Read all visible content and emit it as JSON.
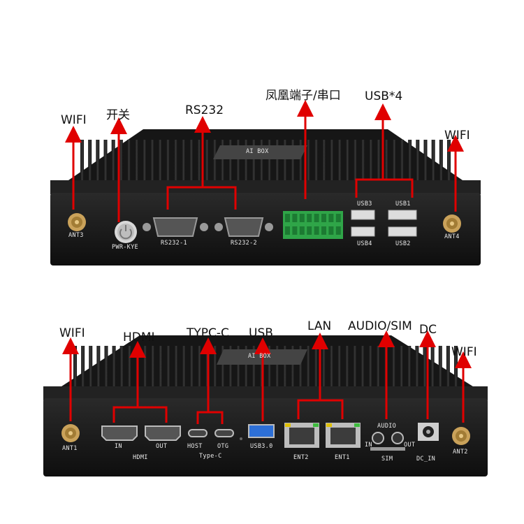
{
  "top": {
    "callouts": {
      "wifi_left": "WIFI",
      "power": "开关",
      "rs232": "RS232",
      "phoenix": "凤凰端子/串口",
      "usb4": "USB*4",
      "wifi_right": "WIFI"
    },
    "panel": {
      "ant3": "ANT3",
      "pwr": "PWR-KYE",
      "rs232_1": "RS232-1",
      "rs232_2": "RS232-2",
      "usb3": "USB3",
      "usb1": "USB1",
      "usb4": "USB4",
      "usb2": "USB2",
      "ant4": "ANT4",
      "badge": "AI BOX"
    }
  },
  "bottom": {
    "callouts": {
      "wifi_left": "WIFI",
      "hdmi": "HDMI",
      "typec": "TYPC-C",
      "usb": "USB",
      "lan": "LAN",
      "audio_sim": "AUDIO/SIM",
      "dc": "DC",
      "wifi_right": "WIFI"
    },
    "panel": {
      "ant1": "ANT1",
      "hdmi_in": "IN",
      "hdmi_out": "OUT",
      "hdmi": "HDMI",
      "host": "HOST",
      "otg": "OTG",
      "typec": "Type-C",
      "usb30": "USB3.0",
      "ent2": "ENT2",
      "ent1": "ENT1",
      "audio": "AUDIO",
      "in": "IN",
      "out": "OUT",
      "sim": "SIM",
      "dc_in": "DC_IN",
      "ant2": "ANT2",
      "badge": "AI BOX"
    }
  },
  "colors": {
    "arrow": "#e00000",
    "case": "#1c1c1c",
    "fin": "#2a2a2a"
  }
}
